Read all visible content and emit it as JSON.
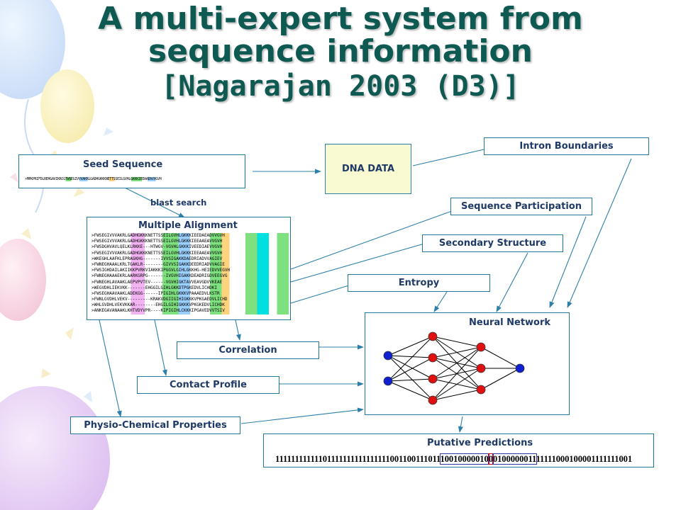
{
  "title": {
    "line1": "A multi-expert system from",
    "line2": "sequence information",
    "line3": "[Nagarajan 2003 (D3)]"
  },
  "boxes": {
    "seed_sequence": "Seed Sequence",
    "dna_data": "DNA DATA",
    "intron_boundaries": "Intron Boundaries",
    "sequence_participation": "Sequence Participation",
    "secondary_structure": "Secondary Structure",
    "entropy": "Entropy",
    "multiple_alignment": "Multiple Alignment",
    "neural_network": "Neural Network",
    "correlation": "Correlation",
    "contact_profile": "Contact Profile",
    "physio_chemical": "Physio-Chemical Properties",
    "putative_predictions": "Putative Predictions"
  },
  "edge_labels": {
    "blast_search": "blast search"
  },
  "seed_sequence_text": ">MPKPRIFDLREHGAVIKRCGTWSEGIVVVAKRLGADHGKKKNETTSSEILGVHLGKKKIEEAAEAVVGVH",
  "alignment_rows": [
    ">FWSEGIVVVAKRLGADHGKKKNETTSSEILGVHLGKKKIEEDAEADVVGVH",
    ">FWSEGIVVVAKRLGADHGKKKNETTSSEILGVHLGKKKIEEAAEAVVGVH",
    ">FWSDGHVAVLQELKLRKKE---HTWGV-VGVHLGKKKIVEEDIAEVVGVH",
    ">FWSEGIVVVAKRLGADHGKKKNETTSSEILGVHLGKKKIEEAAEAVVGVH",
    ">WKEGHLAAFKLEPRAGKHG-------IVVSIGAKKDAEDRIADVVAGIEV",
    ">FWNEGHAAALKRLTGAKLR--------GIVVSIGAKKDEEDRIADVVAGIE",
    ">FWSIGHDAILAKIIKKPVRKVIAKKKIPGGVLGIHLGKKHG-HEIEDVVEGVH",
    ">FWNEGHAAAEKRLAARKGRPG-------IVGVHIGAKKDEADRIGDVEEGVG",
    ">FWNEGHLAVAAKLAEPVPVTEV------VGVHIGKTAVVEAVGDVVKEAE",
    ">WEGVDHLIEKVKK-------EHGGILGIHLGKKDTPGKEDVLICHDKI",
    ">FWSEGHAAVAAKLADEKGG------IPIGIHLGKKKVPAAAEDVLKSTR",
    ">FWNLGVDHLVEKV---------KRAKVDGIIGIHIGKKKVPKGAEDVLICHD",
    ">WHLGVDHLVEKVKKAR--------EHGILGIHIGKKKVPKGKEDVLICHDK",
    ">ANKEGAVANAAKLKHTVDYVPR----KIPIGIHLCKKKIPGAVEDVVTSIV"
  ],
  "putative_bits": {
    "prefix": "11111111111101111111111111111001100111011",
    "hl1": "10010000010",
    "red": "0",
    "hl2": "0100000011",
    "suffix": "11111000100001111111001"
  },
  "colors": {
    "title": "#0e5a52",
    "box_border": "#1d7a99",
    "label": "#1f3a66",
    "arrow": "#2c7fa8",
    "node_red": "#e01010",
    "node_blue": "#1020d0",
    "dna_fill": "#fafad2"
  },
  "neural_network": {
    "layers": [
      2,
      4,
      3,
      1
    ]
  }
}
